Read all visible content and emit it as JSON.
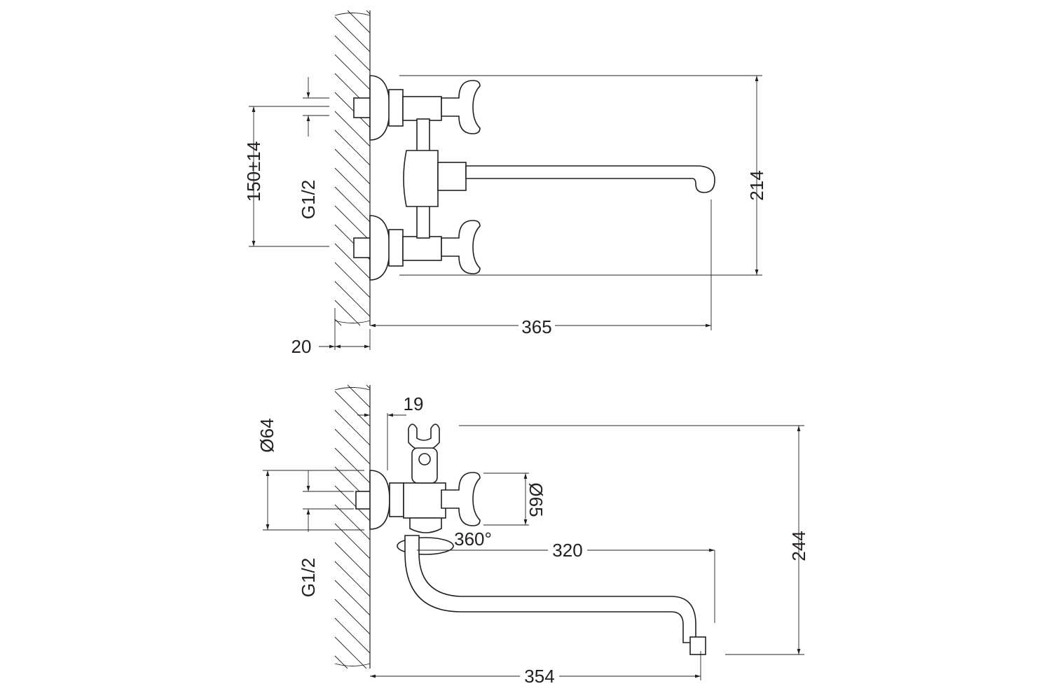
{
  "colors": {
    "line": "#231f20",
    "background": "#ffffff"
  },
  "top_view": {
    "dim_inlet_spacing": "150±14",
    "dim_thread": "G1/2",
    "dim_height": "214",
    "dim_spout_reach": "365",
    "dim_wall_offset": "20"
  },
  "side_view": {
    "dim_offset": "19",
    "dim_flange_diameter": "Ø64",
    "dim_handle_diameter": "Ø65",
    "dim_rotation": "360°",
    "dim_spout_length": "320",
    "dim_height": "244",
    "dim_thread": "G1/2",
    "dim_total_reach": "354"
  }
}
